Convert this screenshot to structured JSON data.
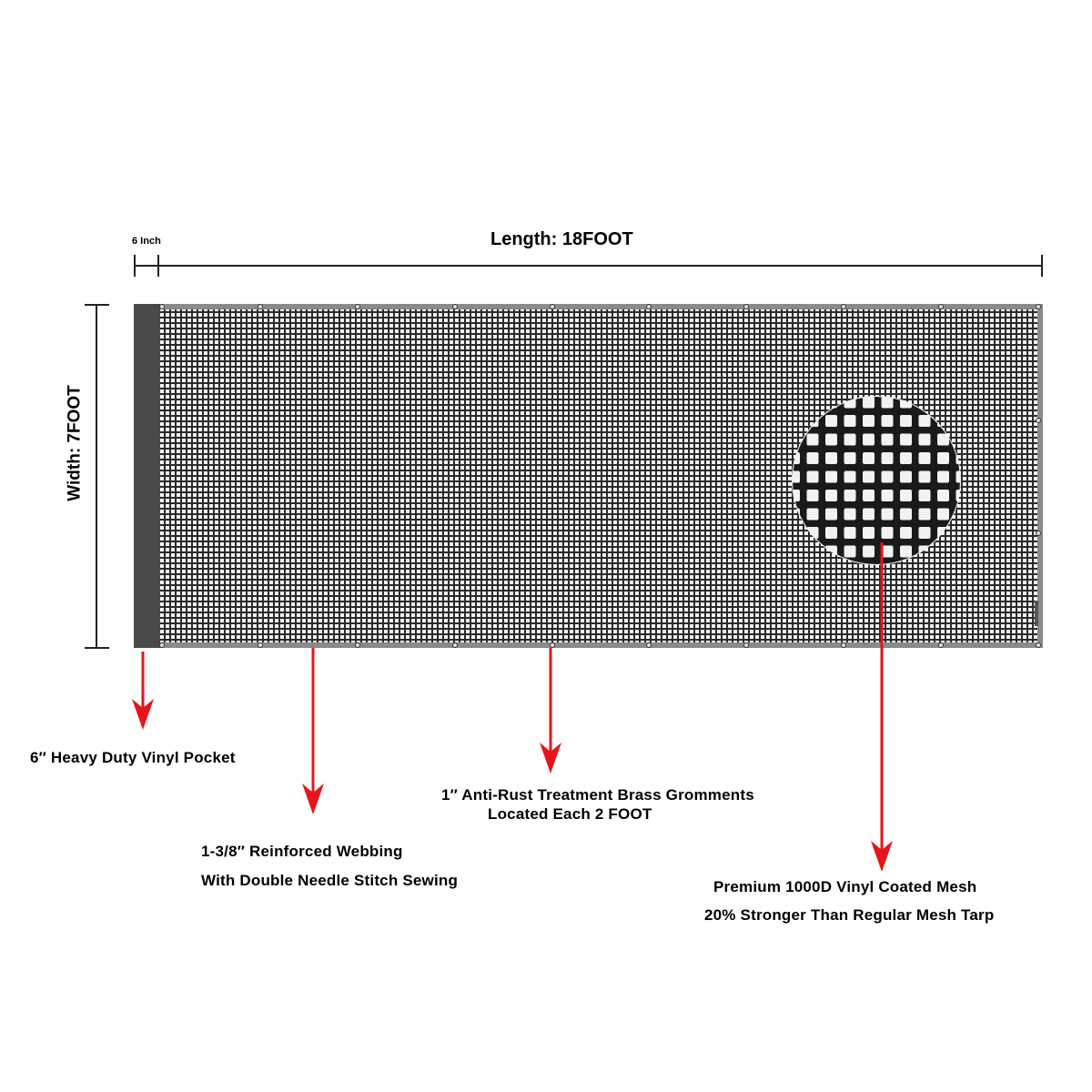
{
  "dimensions": {
    "length_label": "Length: 18FOOT",
    "width_label": "Width: 7FOOT",
    "pocket_width_label": "6 Inch"
  },
  "callouts": {
    "pocket": {
      "line1": "6″ Heavy Duty Vinyl Pocket"
    },
    "webbing": {
      "line1": "1-3/8″ Reinforced Webbing",
      "line2": "With Double Needle Stitch Sewing"
    },
    "grommets": {
      "line1": "1″ Anti-Rust Treatment Brass Gromments",
      "line2": "Located Each 2 FOOT"
    },
    "mesh": {
      "line1": "Premium 1000D Vinyl Coated Mesh",
      "line2": "20% Stronger Than Regular Mesh Tarp"
    }
  },
  "colors": {
    "arrow": "#e8141b",
    "pocket": "#4a4a4a",
    "webbing": "#8a8a8a",
    "mesh_strand": "#2a2a2a",
    "dimension_line": "#222222"
  },
  "icons": {
    "arrow": "down-arrow-icon",
    "grommet": "grommet-icon"
  }
}
